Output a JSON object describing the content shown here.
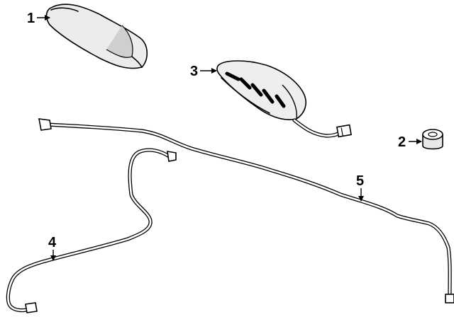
{
  "callouts": [
    {
      "id": "1",
      "label": "1",
      "part": "antenna-cover"
    },
    {
      "id": "2",
      "label": "2",
      "part": "grommet"
    },
    {
      "id": "3",
      "label": "3",
      "part": "antenna-base"
    },
    {
      "id": "4",
      "label": "4",
      "part": "lower-cable"
    },
    {
      "id": "5",
      "label": "5",
      "part": "main-cable"
    }
  ],
  "colors": {
    "line": "#000000",
    "shade": "#d9d9d9",
    "background": "#ffffff"
  }
}
